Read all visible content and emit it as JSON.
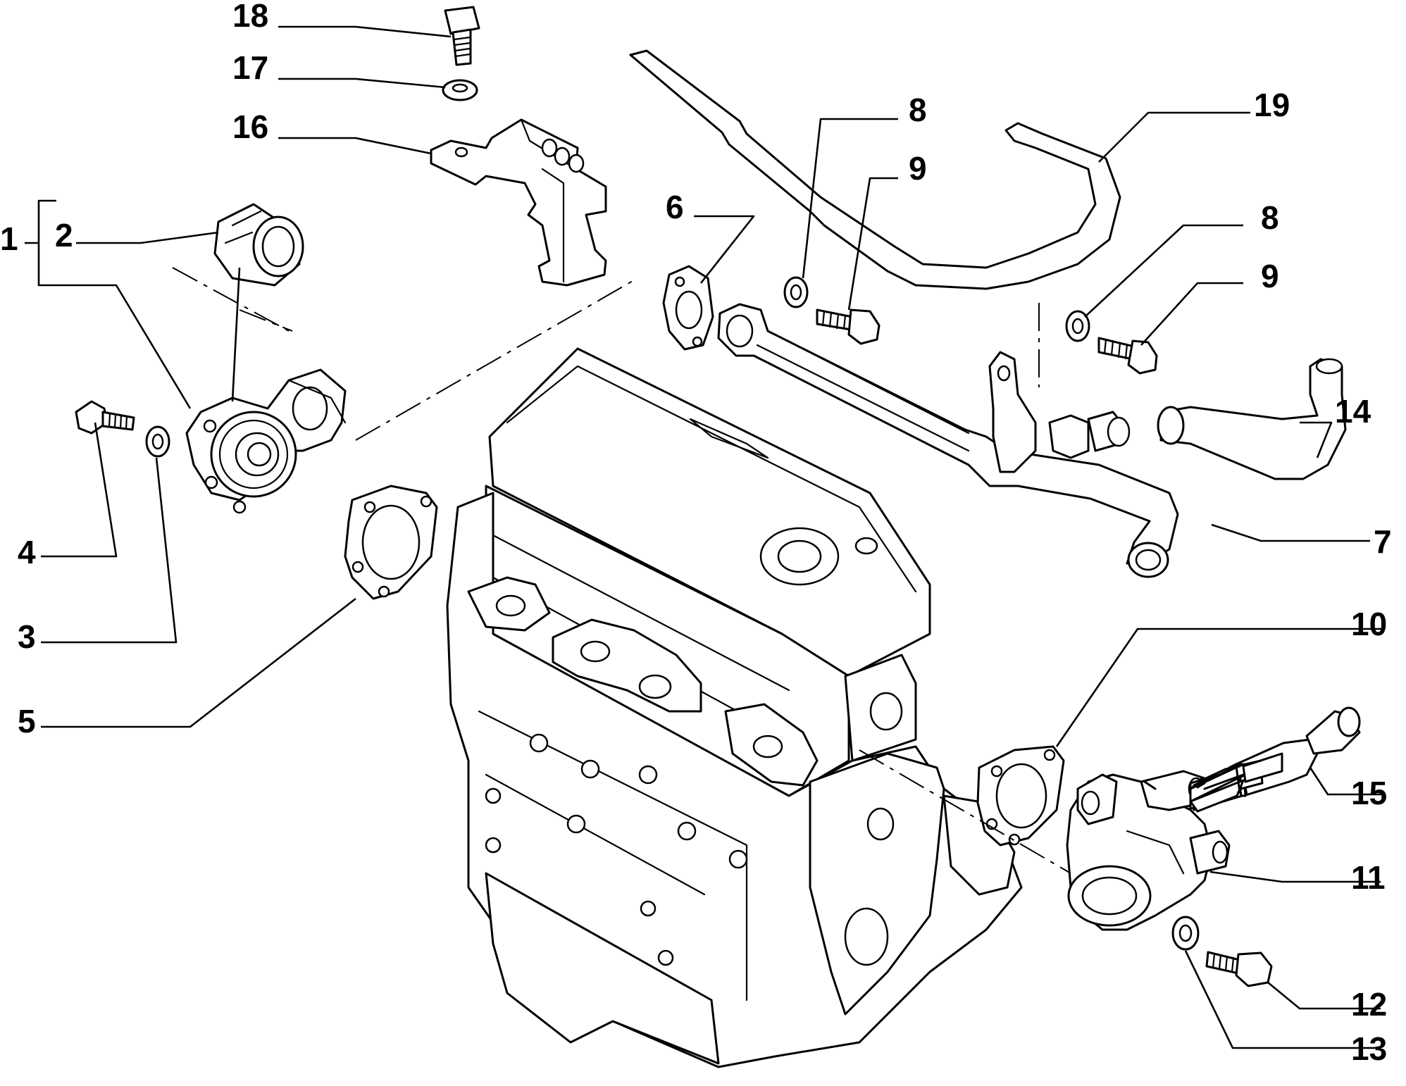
{
  "diagram": {
    "type": "exploded-parts-view",
    "callouts": [
      "1",
      "2",
      "3",
      "4",
      "5",
      "6",
      "7",
      "8",
      "8",
      "9",
      "9",
      "10",
      "11",
      "12",
      "13",
      "14",
      "15",
      "16",
      "17",
      "18",
      "19"
    ]
  }
}
